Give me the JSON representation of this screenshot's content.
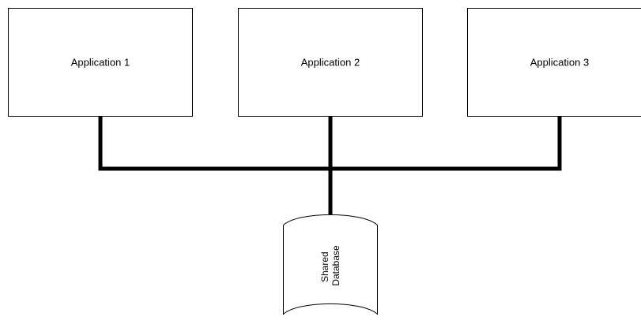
{
  "diagram": {
    "applications": [
      {
        "label": "Application 1"
      },
      {
        "label": "Application 2"
      },
      {
        "label": "Application 3"
      }
    ],
    "database": {
      "label_line1": "Shared",
      "label_line2": "Database"
    },
    "colors": {
      "stroke": "#000000",
      "fill": "#ffffff"
    }
  }
}
